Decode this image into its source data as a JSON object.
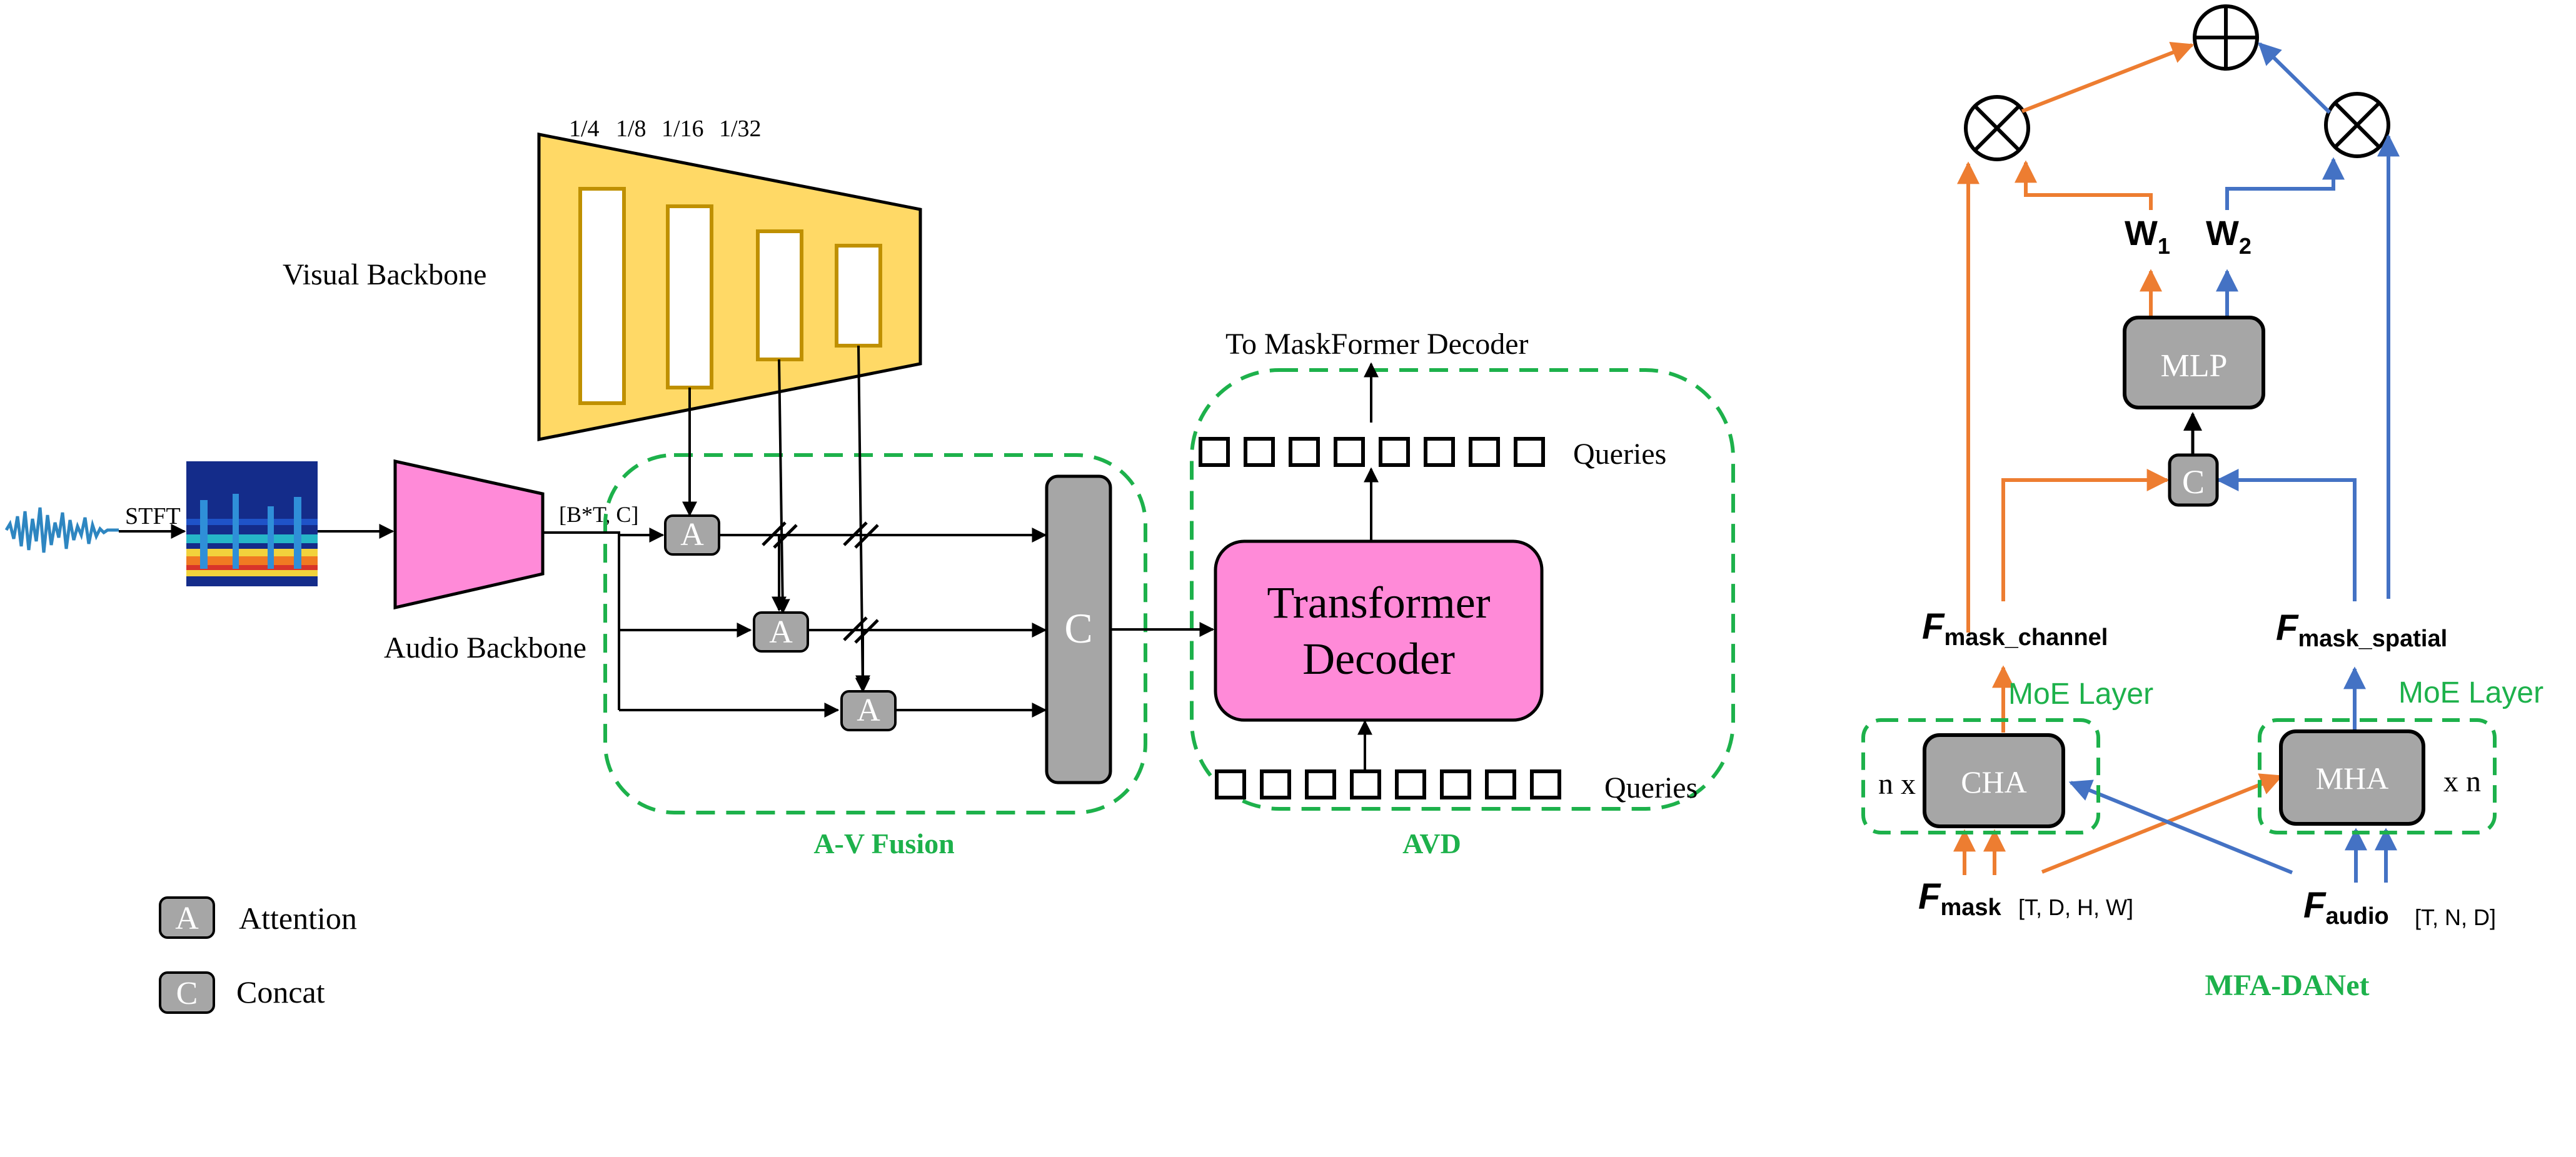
{
  "visual": {
    "title": "Visual Backbone",
    "scales": [
      "1/4",
      "1/8",
      "1/16",
      "1/32"
    ]
  },
  "audio": {
    "stft": "STFT",
    "backbone": "Audio Backbone",
    "shape": "[B*T, C]"
  },
  "fusion": {
    "attn": "A",
    "concat": "C",
    "title": "A-V Fusion"
  },
  "avd": {
    "decoder_line1": "Transformer",
    "decoder_line2": "Decoder",
    "queries": "Queries",
    "to_maskformer": "To MaskFormer Decoder",
    "title": "AVD"
  },
  "legend": {
    "attn_symbol": "A",
    "attn_label": "Attention",
    "concat_symbol": "C",
    "concat_label": "Concat"
  },
  "mfa": {
    "title": "MFA-DANet",
    "mlp": "MLP",
    "concat": "C",
    "w1": "W",
    "w1_sub": "1",
    "w2": "W",
    "w2_sub": "2",
    "f_channel_main": "F",
    "f_channel_sub": "mask_channel",
    "f_spatial_main": "F",
    "f_spatial_sub": "mask_spatial",
    "moe_left": "MoE Layer",
    "moe_right": "MoE Layer",
    "cha": "CHA",
    "mha": "MHA",
    "nx_left": "n x",
    "xn_right": "x n",
    "f_mask_main": "F",
    "f_mask_sub": "mask",
    "f_mask_shape": "[T, D, H, W]",
    "f_audio_main": "F",
    "f_audio_sub": "audio",
    "f_audio_shape": "[T, N, D]"
  },
  "colors": {
    "visual_fill": "#FFD966",
    "visual_stroke": "#BF9000",
    "pink": "#FF8AD8",
    "gray": "#A6A6A6",
    "green": "#1DB14B",
    "orange": "#ED7D31",
    "blue": "#4472C4"
  }
}
